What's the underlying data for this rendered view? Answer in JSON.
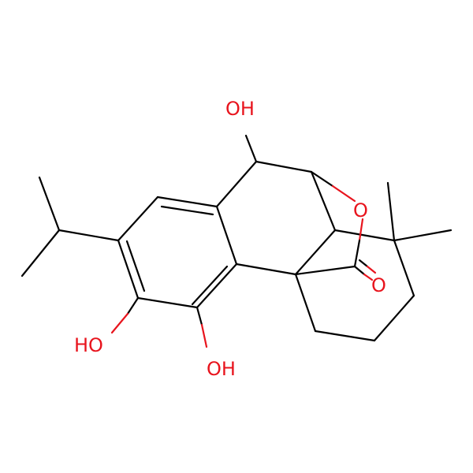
{
  "molecule": {
    "atom_labels": {
      "oh_top": "OH",
      "oh_left": "HO",
      "oh_bottom": "OH",
      "o_ring": "O",
      "o_carbonyl": "O"
    },
    "colors": {
      "bond": "#000000",
      "heteroatom": "#e8141d",
      "background": "#ffffff"
    }
  }
}
